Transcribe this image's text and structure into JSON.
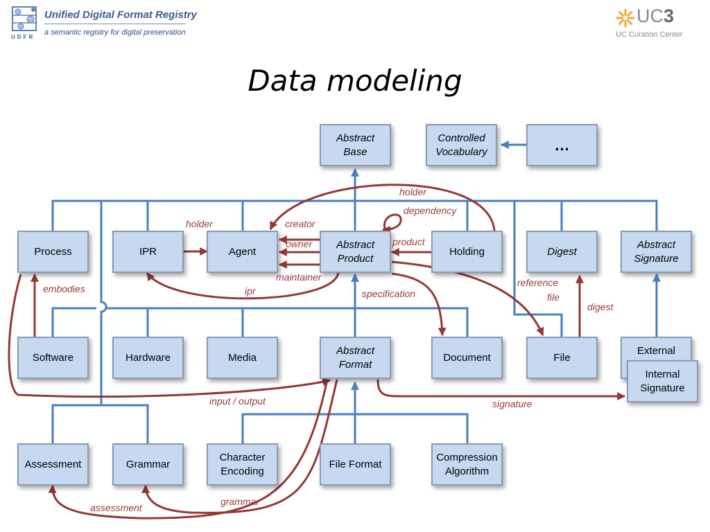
{
  "header": {
    "logo_title": "Unified Digital Format Registry",
    "logo_subtitle": "a semantic registry for digital preservation",
    "logo_abbrev": "UDFR",
    "uc3_name_prefix": "UC",
    "uc3_name_number": "3",
    "uc3_subtitle": "UC Curation Center"
  },
  "title": "Data modeling",
  "boxes": {
    "abstract_base": [
      "Abstract",
      "Base"
    ],
    "controlled_vocabulary": [
      "Controlled",
      "Vocabulary"
    ],
    "ellipsis": "…",
    "process": "Process",
    "ipr": "IPR",
    "agent": "Agent",
    "abstract_product": [
      "Abstract",
      "Product"
    ],
    "holding": "Holding",
    "digest": "Digest",
    "abstract_signature": [
      "Abstract",
      "Signature"
    ],
    "software": "Software",
    "hardware": "Hardware",
    "media": "Media",
    "abstract_format": [
      "Abstract",
      "Format"
    ],
    "document": "Document",
    "file": "File",
    "external_signature": "External",
    "internal_signature": [
      "Internal",
      "Signature"
    ],
    "assessment": "Assessment",
    "grammar": "Grammar",
    "character_encoding": [
      "Character",
      "Encoding"
    ],
    "file_format": "File Format",
    "compression_algorithm": [
      "Compression",
      "Algorithm"
    ]
  },
  "relations": {
    "holder_top": "holder",
    "dependency": "dependency",
    "holder_ipr": "holder",
    "creator": "creator",
    "owner": "owner",
    "product": "product",
    "maintainer": "maintainer",
    "embodies": "embodies",
    "ipr": "ipr",
    "specification": "specification",
    "reference_file_1": "reference",
    "reference_file_2": "file",
    "digest": "digest",
    "input_output": "input / output",
    "signature": "signature",
    "grammar": "grammar",
    "assessment": "assessment"
  },
  "colors": {
    "inheritance": "#4a7ebf",
    "relation": "#953735",
    "box_fill": "#c6d9f1",
    "box_border": "#8b9ab0",
    "label": "#9a3b3b"
  }
}
